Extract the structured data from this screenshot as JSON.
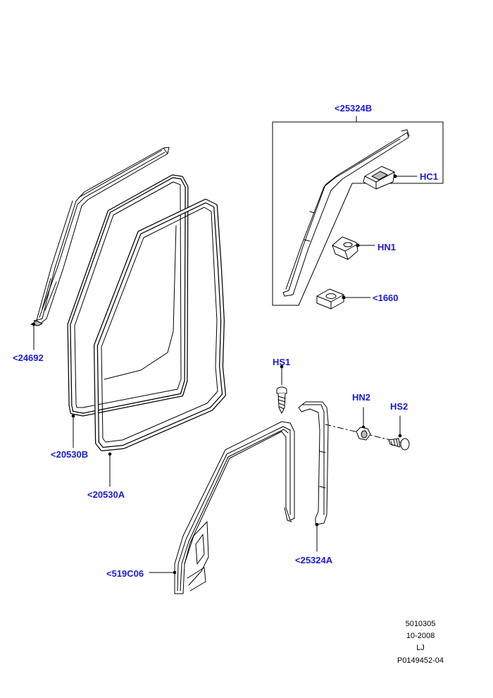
{
  "colors": {
    "label": "#1a1ad6",
    "line": "#000000",
    "part_fill": "#ffffff",
    "part_shade": "#bdbdbd"
  },
  "labels": {
    "ref_25324B": "<25324B",
    "ref_HC1": "HC1",
    "ref_HN1": "HN1",
    "ref_1660": "<1660",
    "ref_24692": "<24692",
    "ref_20530B": "<20530B",
    "ref_20530A": "<20530A",
    "ref_HS1": "HS1",
    "ref_HN2": "HN2",
    "ref_HS2": "HS2",
    "ref_25324A": "<25324A",
    "ref_519C06": "<519C06"
  },
  "footer": {
    "code": "5010305",
    "date": "10-2008",
    "initials": "LJ",
    "illustration_id": "P0149452-04"
  }
}
